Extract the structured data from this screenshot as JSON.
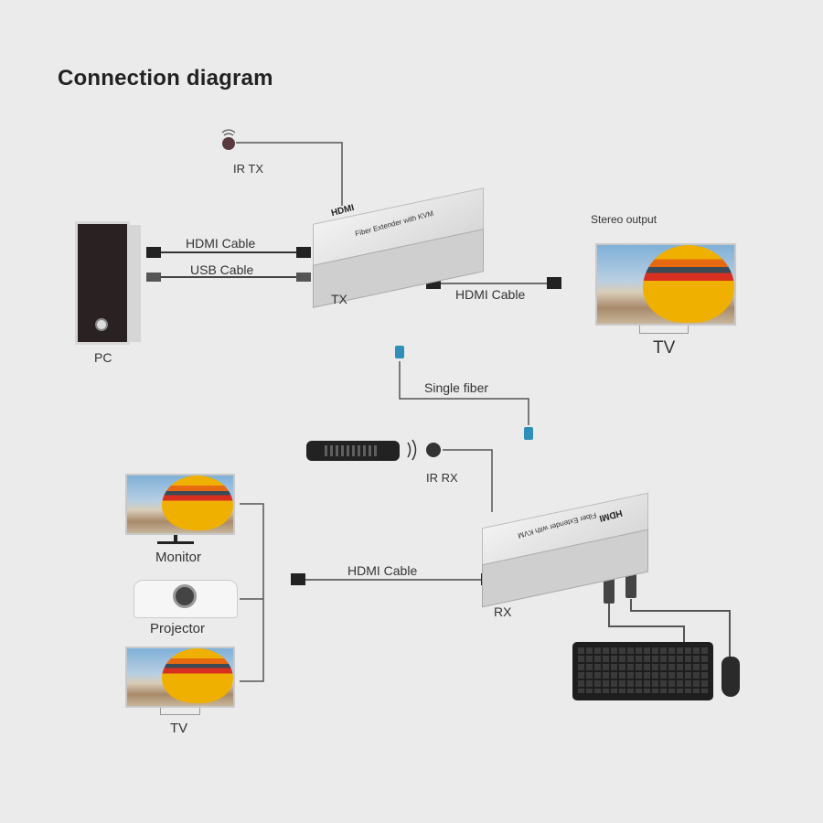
{
  "title": "Connection diagram",
  "labels": {
    "ir_tx": "IR TX",
    "ir_rx": "IR RX",
    "tx": "TX",
    "rx": "RX",
    "pc": "PC",
    "stereo_output": "Stereo output",
    "tv_top": "TV",
    "tv_bottom": "TV",
    "monitor": "Monitor",
    "projector": "Projector",
    "hdmi_cable_pc": "HDMI Cable",
    "usb_cable_pc": "USB Cable",
    "hdmi_cable_tv": "HDMI Cable",
    "hdmi_cable_rx": "HDMI Cable",
    "single_fiber": "Single fiber"
  },
  "device_text": {
    "tx_logo": "HDMI",
    "tx_model": "Fiber Extender with KVM",
    "rx_logo": "HDMI",
    "rx_model": "Fiber Extender with KVM"
  },
  "colors": {
    "background": "#ebebeb",
    "wire": "#555555",
    "fiber_connector": "#2f8fb8"
  }
}
